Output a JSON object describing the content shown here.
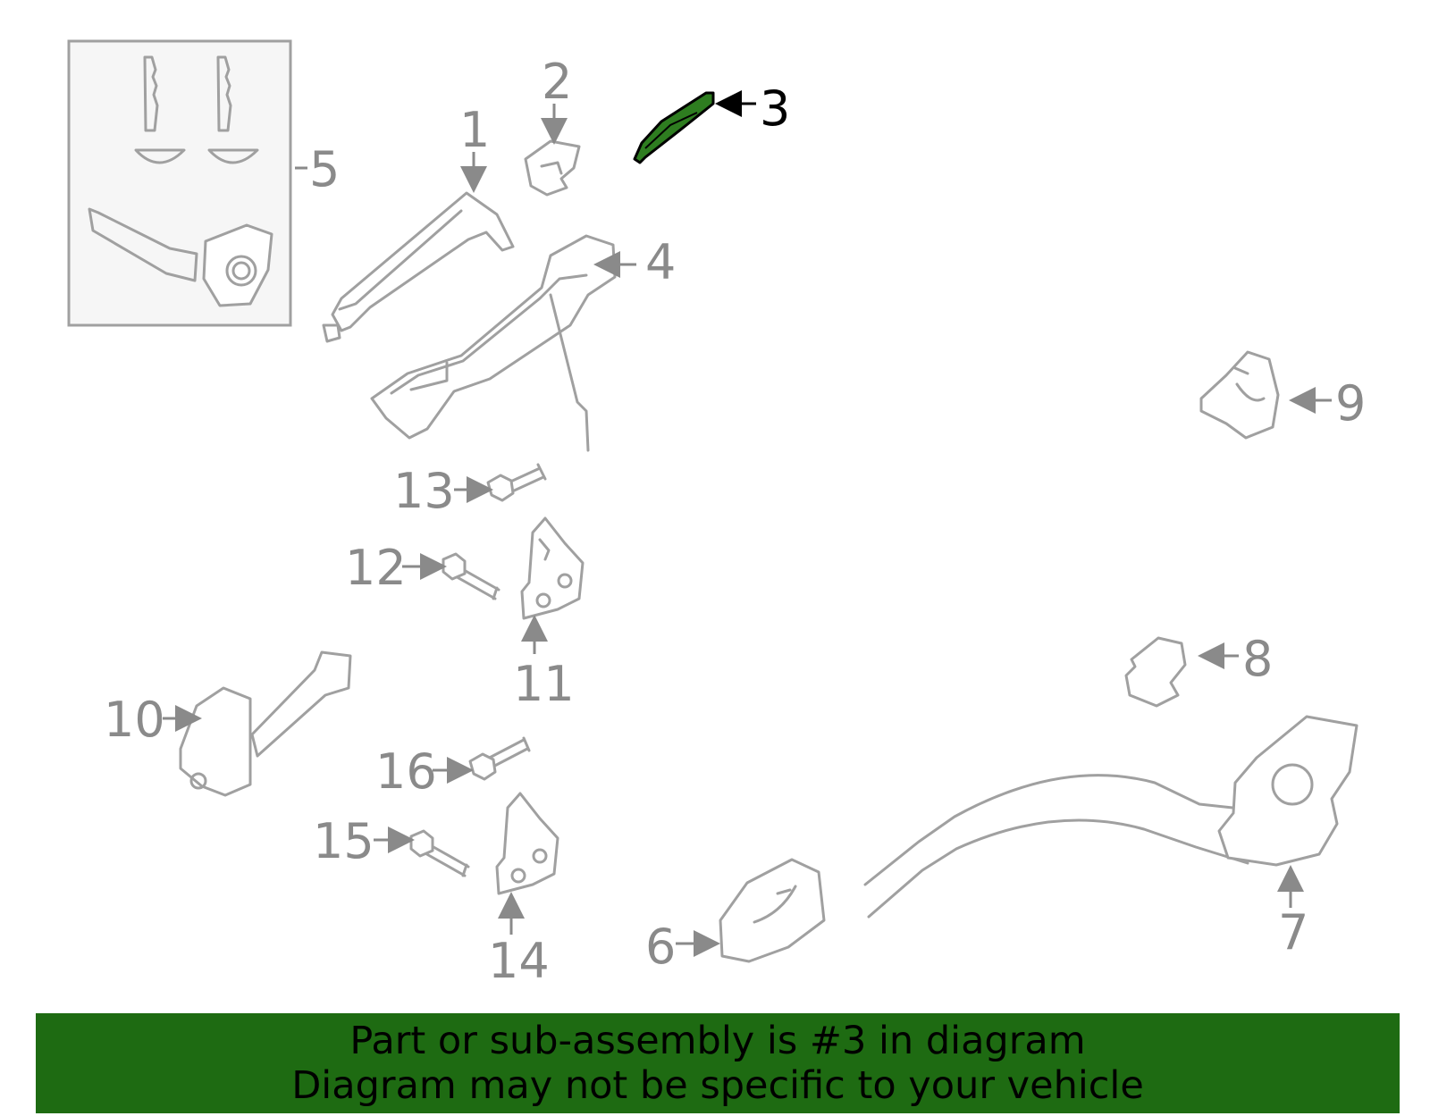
{
  "colors": {
    "banner_bg": "#1e6b12",
    "highlight_fill": "#2e7d20",
    "part_line": "#a0a0a0",
    "callout": "#8a8a8a",
    "highlight_callout": "#000000"
  },
  "callouts": [
    "1",
    "2",
    "3",
    "4",
    "5",
    "6",
    "7",
    "8",
    "9",
    "10",
    "11",
    "12",
    "13",
    "14",
    "15",
    "16"
  ],
  "highlighted_part": "3",
  "banner": {
    "line1": "Part or sub-assembly is #3 in diagram",
    "line2": "Diagram may not be specific to your vehicle"
  }
}
